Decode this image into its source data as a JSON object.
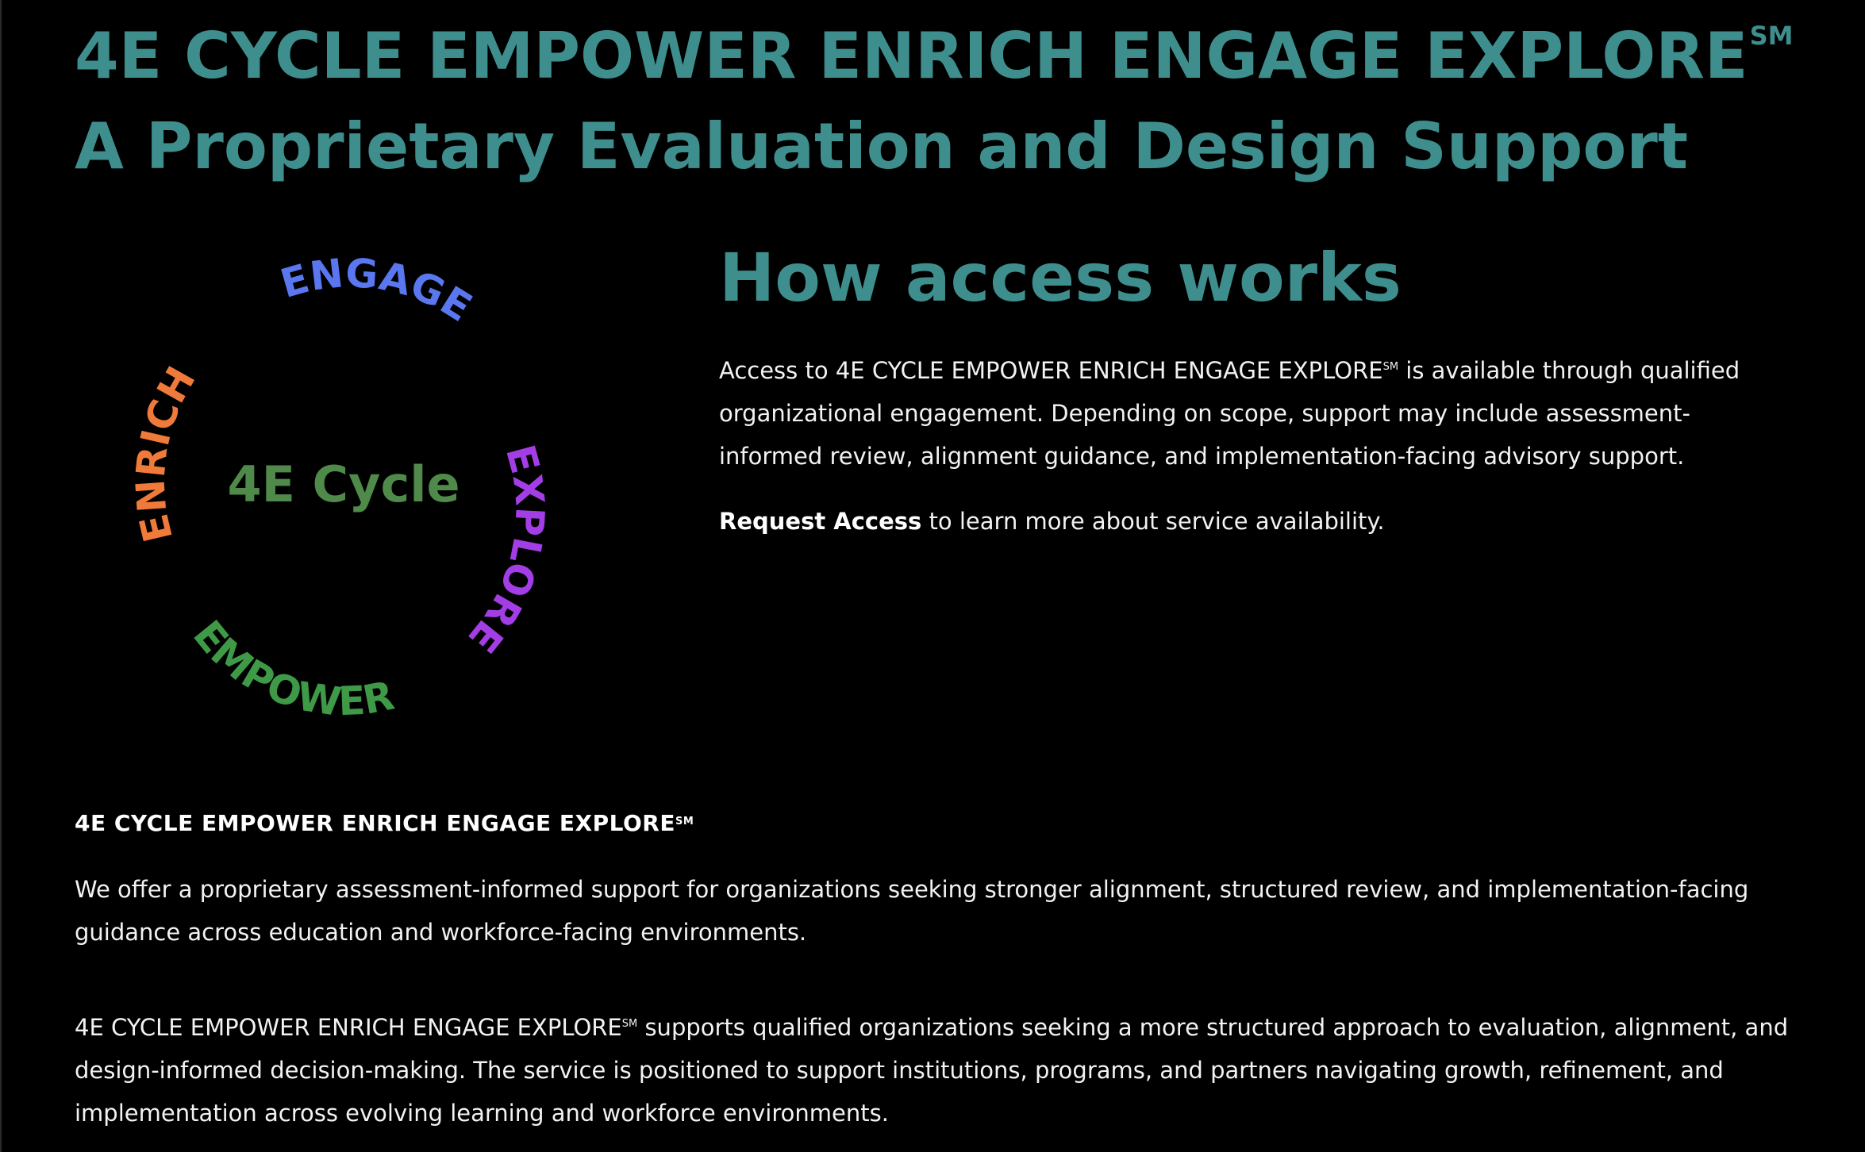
{
  "hero": {
    "line1": "4E CYCLE EMPOWER ENRICH ENGAGE EXPLORE",
    "line1_mark": "SM",
    "line2": "A Proprietary Evaluation and Design Support"
  },
  "wheel": {
    "center_label": "4E Cycle",
    "words": {
      "engage": "ENGAGE",
      "enrich": "ENRICH",
      "explore": "EXPLORE",
      "empower": "EMPOWER"
    },
    "colors": {
      "engage": "#5a77f0",
      "enrich": "#f07a3a",
      "explore": "#a33ee6",
      "empower": "#3f9a48",
      "center": "#4f8a4a"
    }
  },
  "access": {
    "title": "How access works",
    "para_start": "Access to 4E CYCLE EMPOWER ENRICH ENGAGE EXPLORE",
    "para_mark": "SM",
    "para_end": " is available through qualified organizational engagement. Depending on scope, support may include assessment-informed review, alignment guidance, and implementation-facing advisory support.",
    "request_link": "Request Access",
    "request_rest": " to learn more about service availability."
  },
  "about": {
    "heading": "4E CYCLE EMPOWER ENRICH ENGAGE EXPLORE",
    "heading_mark": "SM",
    "p1": "We offer a proprietary assessment-informed support for organizations seeking stronger alignment, structured review, and implementation-facing guidance across education and workforce-facing environments.",
    "p2_start": "4E CYCLE EMPOWER ENRICH ENGAGE EXPLORE",
    "p2_mark": "SM",
    "p2_end": " supports qualified organizations seeking a more structured approach to evaluation, alignment, and design-informed decision-making. The service is positioned to support institutions, programs, and partners navigating growth, refinement, and implementation across evolving learning and workforce environments."
  },
  "colors": {
    "accent": "#3f8e8e",
    "background": "#000000",
    "text": "#f2f2f2"
  }
}
